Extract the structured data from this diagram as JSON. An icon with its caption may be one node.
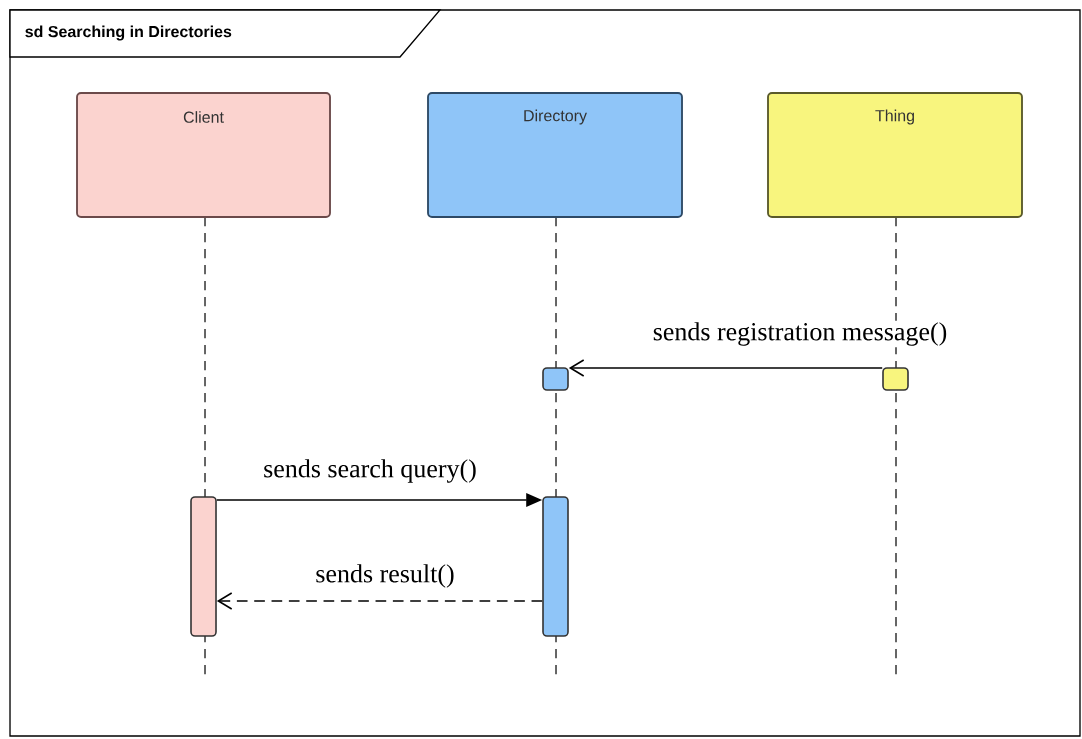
{
  "diagram": {
    "nodes": [
      {
        "text": [
          "sd Searching in Directories"
        ]
      },
      {
        "text": [
          "Client"
        ],
        "in": 0
      },
      {
        "text": [
          "Directory"
        ],
        "in": 0
      },
      {
        "text": [
          "Thing"
        ],
        "in": 0
      },
      {
        "text": [],
        "shape": "bar",
        "in": 0
      },
      {
        "text": [],
        "shape": "bar",
        "in": 0
      },
      {
        "text": [],
        "shape": "bar",
        "in": 0
      },
      {
        "text": [],
        "shape": "bar",
        "in": 0
      }
    ],
    "edges": [
      {
        "from": 5,
        "to": 4,
        "arrow": "to",
        "label": "sends registration message()"
      },
      {
        "from": 6,
        "to": 7,
        "arrow": "to",
        "label": "sends search query()"
      },
      {
        "from": 7,
        "to": 6,
        "arrow": "to",
        "label": "sends result()",
        "style": "dashed"
      }
    ]
  }
}
